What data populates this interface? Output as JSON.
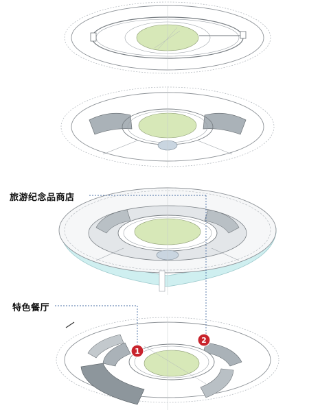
{
  "labels": {
    "souvenir_shop": "旅游纪念品商店",
    "specialty_restaurant": "特色餐厅"
  },
  "markers": [
    {
      "number": "1",
      "target": "特色餐厅"
    },
    {
      "number": "2",
      "target": "旅游纪念品商店"
    }
  ],
  "colors": {
    "field_green": "#d7e8b8",
    "glass_cyan": "#cfeff0",
    "marker_red": "#c8232c",
    "leader_blue": "#4a6fa5",
    "room_grey": "#8d969c",
    "line_grey": "#9aa0a6"
  },
  "levels": [
    {
      "name": "level-roof"
    },
    {
      "name": "level-upper"
    },
    {
      "name": "level-shop"
    },
    {
      "name": "level-restaurant"
    }
  ]
}
